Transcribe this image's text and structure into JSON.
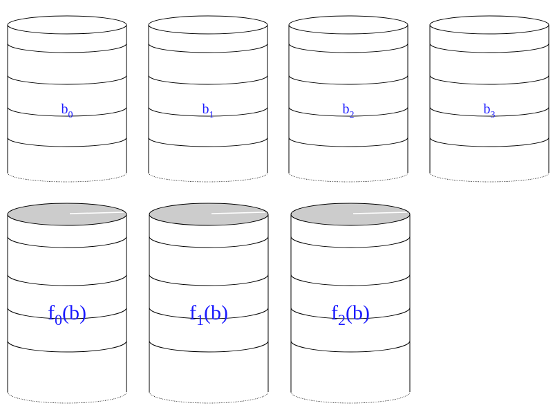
{
  "colors": {
    "stroke": "#000000",
    "label": "#1a1aff",
    "data_disk_top": "#ffffff",
    "check_disk_top": "#cccccc"
  },
  "data_disks": [
    {
      "base": "b",
      "sub": "0"
    },
    {
      "base": "b",
      "sub": "1"
    },
    {
      "base": "b",
      "sub": "2"
    },
    {
      "base": "b",
      "sub": "3"
    }
  ],
  "check_disks": [
    {
      "base": "f",
      "sub": "0",
      "suffix": "(b)"
    },
    {
      "base": "f",
      "sub": "1",
      "suffix": "(b)"
    },
    {
      "base": "f",
      "sub": "2",
      "suffix": "(b)"
    }
  ]
}
